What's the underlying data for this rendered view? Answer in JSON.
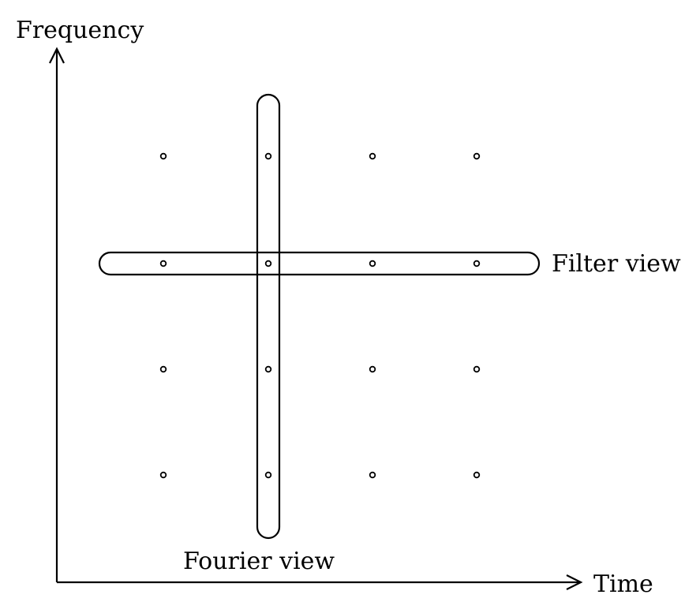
{
  "labels": {
    "y_axis": "Frequency",
    "x_axis": "Time",
    "filter_view": "Filter view",
    "fourier_view": "Fourier view"
  },
  "grid": {
    "columns": 4,
    "rows": 4,
    "highlighted_column": 2,
    "highlighted_row": 2
  },
  "colors": {
    "ink": "#000000",
    "background": "#ffffff"
  }
}
